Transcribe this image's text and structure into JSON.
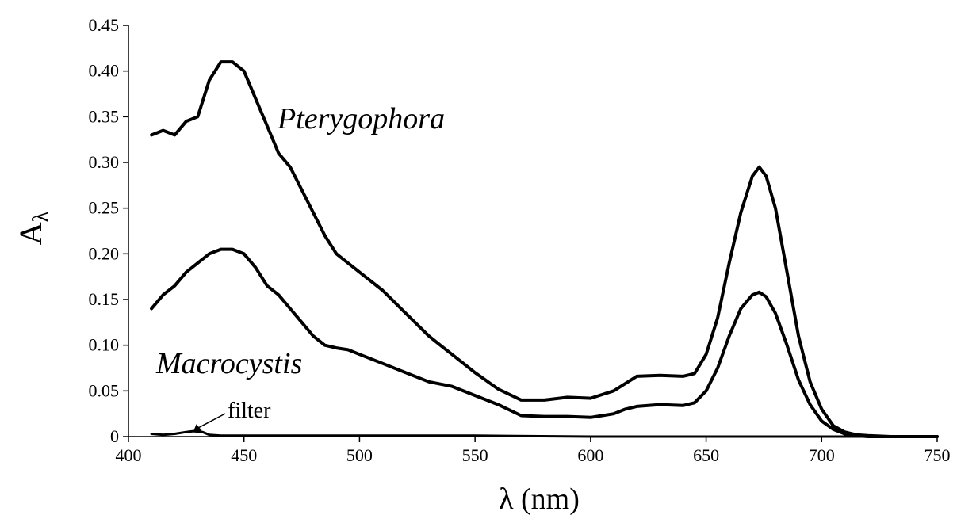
{
  "chart_data": {
    "type": "line",
    "title": "",
    "xlabel": "λ (nm)",
    "ylabel_main": "A",
    "ylabel_sub": "λ",
    "xlim": [
      400,
      750
    ],
    "ylim": [
      0,
      0.45
    ],
    "x_ticks": [
      400,
      450,
      500,
      550,
      600,
      650,
      700,
      750
    ],
    "x_tick_labels": [
      "400",
      "450",
      "500",
      "550",
      "600",
      "650",
      "700",
      "750"
    ],
    "y_ticks": [
      0,
      0.05,
      0.1,
      0.15,
      0.2,
      0.25,
      0.3,
      0.35,
      0.4,
      0.45
    ],
    "y_tick_labels": [
      "0",
      "0.05",
      "0.10",
      "0.15",
      "0.20",
      "0.25",
      "0.30",
      "0.35",
      "0.40",
      "0.45"
    ],
    "grid": false,
    "legend": "none",
    "annotations": [
      {
        "text": "Pterygophora",
        "style": "italic",
        "series": "pterygophora"
      },
      {
        "text": "Macrocystis",
        "style": "italic",
        "series": "macrocystis"
      },
      {
        "text": "filter",
        "style": "normal",
        "series": "filter",
        "arrow_to": [
          428,
          0.005
        ]
      }
    ],
    "series": [
      {
        "id": "pterygophora",
        "x": [
          410,
          415,
          420,
          425,
          430,
          435,
          440,
          445,
          450,
          455,
          460,
          465,
          470,
          475,
          480,
          485,
          490,
          495,
          500,
          510,
          520,
          530,
          535,
          540,
          550,
          560,
          570,
          580,
          590,
          600,
          610,
          620,
          630,
          640,
          645,
          650,
          655,
          660,
          665,
          670,
          673,
          676,
          680,
          685,
          690,
          695,
          700,
          705,
          710,
          715,
          720,
          730,
          740,
          750
        ],
        "y": [
          0.33,
          0.335,
          0.33,
          0.345,
          0.35,
          0.39,
          0.41,
          0.41,
          0.4,
          0.37,
          0.34,
          0.31,
          0.295,
          0.27,
          0.245,
          0.22,
          0.2,
          0.19,
          0.18,
          0.16,
          0.135,
          0.11,
          0.1,
          0.09,
          0.07,
          0.052,
          0.04,
          0.04,
          0.043,
          0.042,
          0.05,
          0.066,
          0.067,
          0.066,
          0.069,
          0.09,
          0.13,
          0.19,
          0.245,
          0.285,
          0.295,
          0.285,
          0.25,
          0.18,
          0.11,
          0.06,
          0.03,
          0.012,
          0.005,
          0.002,
          0.001,
          0,
          0,
          0
        ]
      },
      {
        "id": "macrocystis",
        "x": [
          410,
          415,
          420,
          425,
          430,
          435,
          440,
          445,
          450,
          455,
          460,
          465,
          470,
          475,
          480,
          485,
          490,
          495,
          500,
          510,
          520,
          530,
          540,
          550,
          560,
          570,
          580,
          590,
          600,
          610,
          615,
          620,
          630,
          640,
          645,
          650,
          655,
          660,
          665,
          670,
          673,
          676,
          680,
          685,
          690,
          695,
          700,
          705,
          710,
          715,
          720,
          730,
          740,
          750
        ],
        "y": [
          0.14,
          0.155,
          0.165,
          0.18,
          0.19,
          0.2,
          0.205,
          0.205,
          0.2,
          0.185,
          0.165,
          0.155,
          0.14,
          0.125,
          0.11,
          0.1,
          0.097,
          0.095,
          0.09,
          0.08,
          0.07,
          0.06,
          0.055,
          0.045,
          0.035,
          0.023,
          0.022,
          0.022,
          0.021,
          0.025,
          0.03,
          0.033,
          0.035,
          0.034,
          0.037,
          0.05,
          0.075,
          0.11,
          0.14,
          0.155,
          0.158,
          0.153,
          0.135,
          0.1,
          0.062,
          0.035,
          0.017,
          0.008,
          0.003,
          0.001,
          0,
          0,
          0,
          0
        ]
      },
      {
        "id": "filter",
        "x": [
          410,
          415,
          420,
          425,
          428,
          432,
          435,
          440,
          450,
          500,
          550,
          600,
          650,
          700,
          750
        ],
        "y": [
          0.003,
          0.002,
          0.003,
          0.005,
          0.006,
          0.005,
          0.002,
          0.001,
          0.001,
          0.001,
          0.001,
          0,
          0,
          0,
          0
        ]
      }
    ]
  }
}
